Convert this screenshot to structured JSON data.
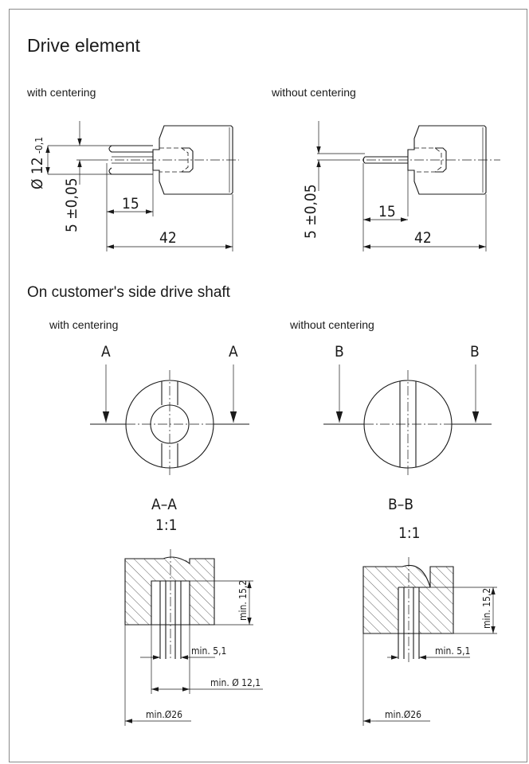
{
  "title": "Drive element",
  "drive_element": {
    "with_centering": {
      "caption": "with centering",
      "diameter_label": "Ø 12",
      "diameter_tolerance": "-0,1",
      "offset_label": "5 ±0,05",
      "length_short": "15",
      "length_total": "42"
    },
    "without_centering": {
      "caption": "without centering",
      "offset_label": "5 ±0,05",
      "length_short": "15",
      "length_total": "42"
    }
  },
  "shaft_section": {
    "title": "On customer's side drive shaft",
    "with_centering": {
      "caption": "with centering",
      "cut_label_left": "A",
      "cut_label_right": "A",
      "section_title": "A–A",
      "scale": "1:1",
      "depth_label": "min. 15,2",
      "slot_width_label": "min. 5,1",
      "bore_label": "min. Ø 12,1",
      "outer_label": "min.Ø26"
    },
    "without_centering": {
      "caption": "without centering",
      "cut_label_left": "B",
      "cut_label_right": "B",
      "section_title": "B–B",
      "scale": "1:1",
      "depth_label": "min. 15,2",
      "slot_width_label": "min. 5,1",
      "outer_label": "min.Ø26"
    }
  }
}
